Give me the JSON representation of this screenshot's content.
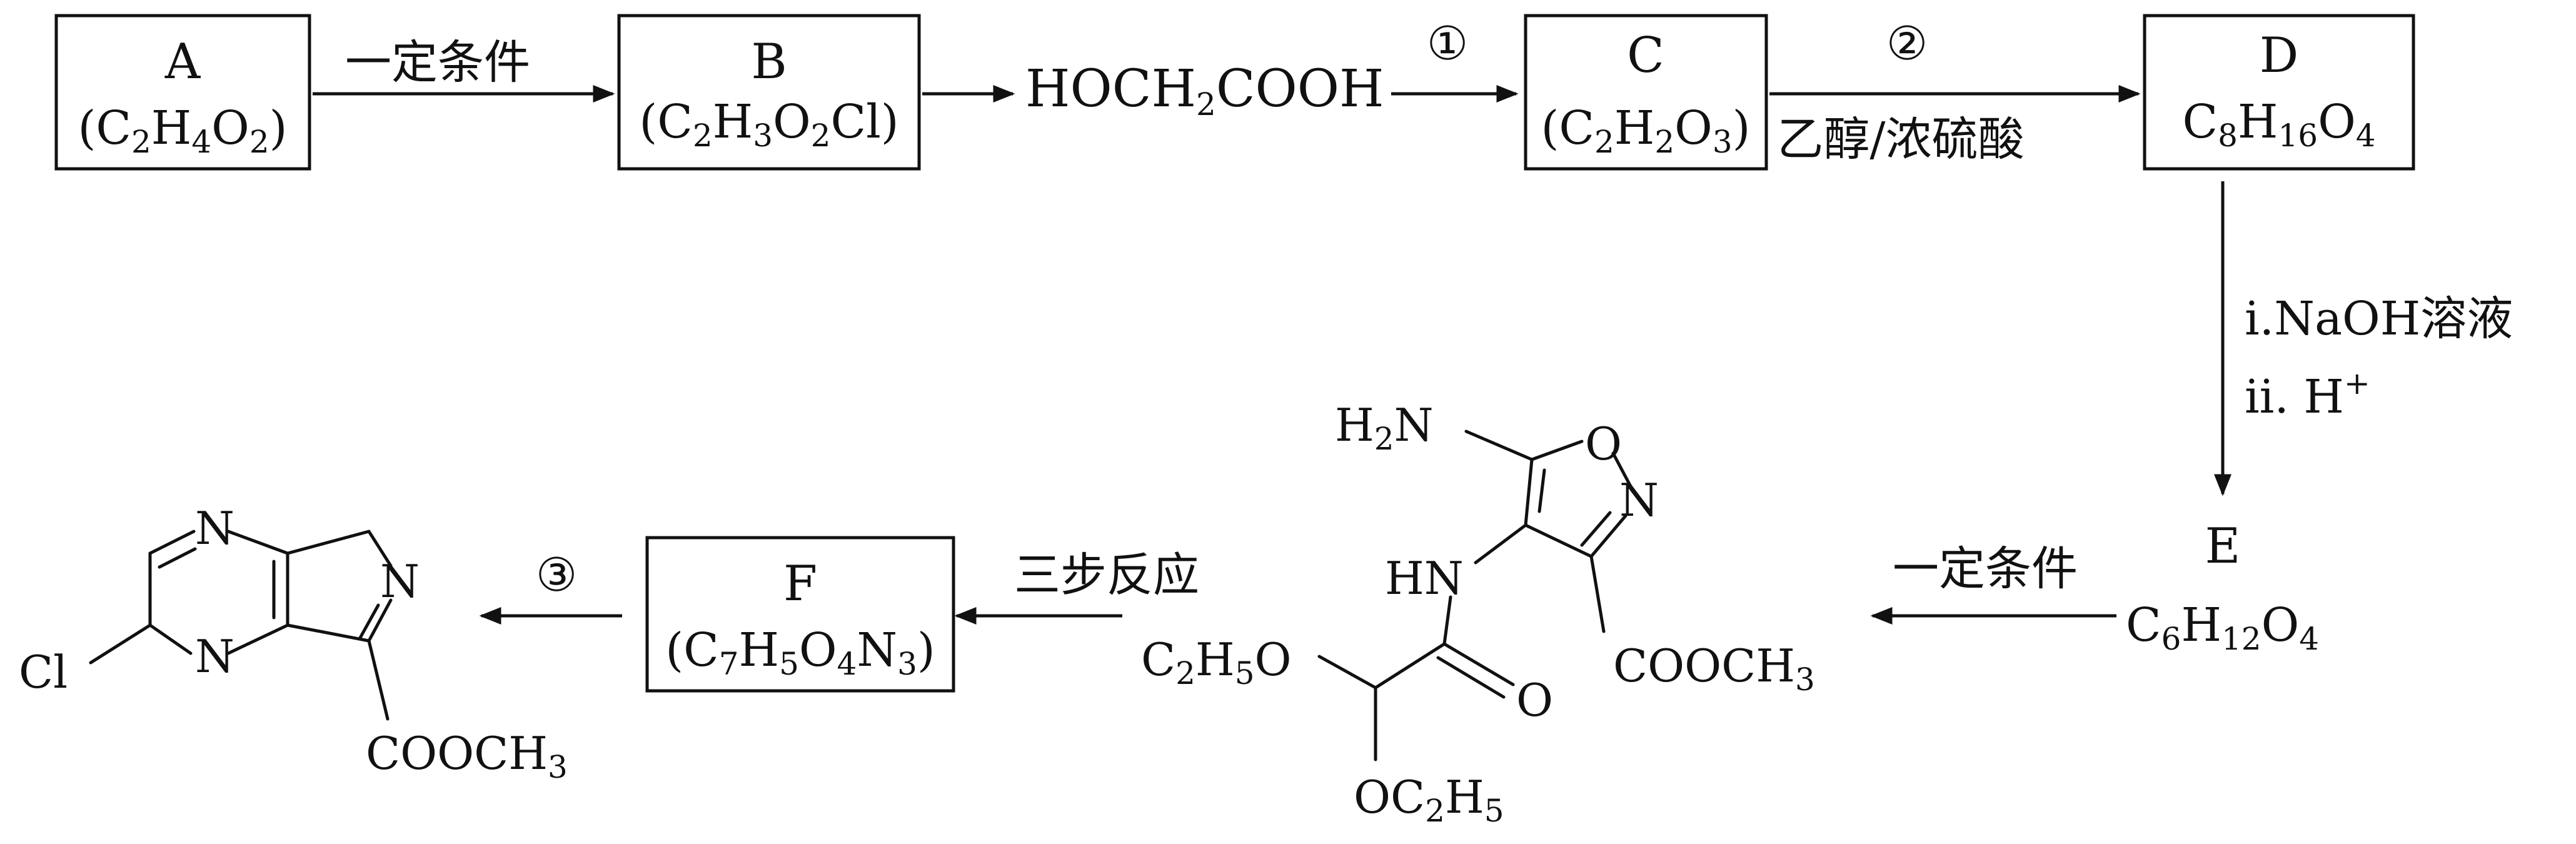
{
  "boxes": {
    "a": {
      "letter": "A",
      "f_open": "(C",
      "f_1": "2",
      "f_2": "H",
      "f_3": "4",
      "f_4": "O",
      "f_5": "2",
      "f_close": ")"
    },
    "b": {
      "letter": "B",
      "f_open": "(C",
      "f_1": "2",
      "f_2": "H",
      "f_3": "3",
      "f_4": "O",
      "f_5": "2",
      "f_close": "Cl)"
    },
    "c": {
      "letter": "C",
      "f_open": "(C",
      "f_1": "2",
      "f_2": "H",
      "f_3": "2",
      "f_4": "O",
      "f_5": "3",
      "f_close": ")"
    },
    "d": {
      "letter": "D",
      "f_open": "C",
      "f_1": "8",
      "f_2": "H",
      "f_3": "16",
      "f_4": "O",
      "f_5": "4"
    },
    "f": {
      "letter": "F",
      "f_open": "(C",
      "f_1": "7",
      "f_2": "H",
      "f_3": "5",
      "f_4": "O",
      "f_5": "4",
      "f_6": "N",
      "f_7": "3",
      "f_close": ")"
    }
  },
  "intermediates": {
    "glycolic": {
      "main": "HOCH",
      "sub": "2",
      "tail": "COOH"
    },
    "e": {
      "letter": "E",
      "f_1": "C",
      "f_2": "6",
      "f_3": "H",
      "f_4": "12",
      "f_5": "O",
      "f_6": "4"
    }
  },
  "conditions": {
    "a_to_b": "一定条件",
    "step1": "①",
    "step2": "②",
    "c_to_d": "乙醇/浓硫酸",
    "d_to_e_1": "i.NaOH溶液",
    "d_to_e_2a": "ii. H",
    "d_to_e_2b": "+",
    "e_to_mid": "一定条件",
    "mid_to_f": "三步反应",
    "step3": "③"
  },
  "middle_structure": {
    "nh2_main": "H",
    "nh2_sub": "2",
    "nh2_tail": "N",
    "ring_o": "O",
    "ring_n": "N",
    "hn": "HN",
    "ester": "COOCH",
    "ester_sub": "3",
    "carbonyl_o": "O",
    "et_o_left_main": "C",
    "et_o_left_s1": "2",
    "et_o_left_h": "H",
    "et_o_left_s2": "5",
    "et_o_left_o": "O",
    "et_o_down_o": "OC",
    "et_o_down_s1": "2",
    "et_o_down_h": "H",
    "et_o_down_s2": "5"
  },
  "product_structure": {
    "n_top": "N",
    "n_bottom": "N",
    "n_ring5": "N",
    "cl": "Cl",
    "ester": "COOCH",
    "ester_sub": "3"
  }
}
